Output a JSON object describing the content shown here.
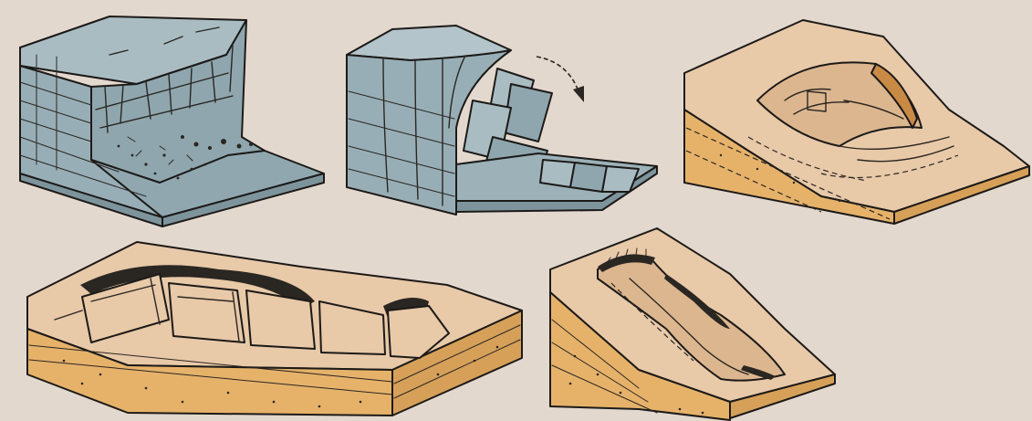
{
  "colors": {
    "background": "#e3d8ce",
    "rock_top": "#a9bcc2",
    "rock_face": "#8fa6ae",
    "rock_dark": "#7d949c",
    "soil_top": "#e8c9a8",
    "soil_side": "#e6b26a",
    "ink": "#1c1a18"
  },
  "panels": [
    {
      "id": "rockfall",
      "icon": "cliff-rockfall"
    },
    {
      "id": "topple",
      "icon": "toppling-blocks"
    },
    {
      "id": "rotational-slide",
      "icon": "rotational-slump"
    },
    {
      "id": "lateral-spread",
      "icon": "lateral-spread"
    },
    {
      "id": "earth-flow",
      "icon": "earth-flow"
    }
  ]
}
